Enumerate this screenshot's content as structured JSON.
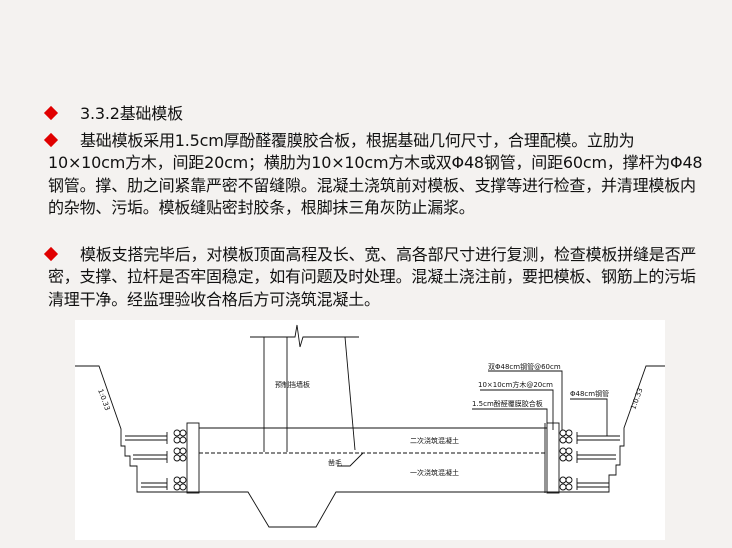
{
  "section_heading": "3.3.2基础模板",
  "paragraphs": [
    "基础模板采用1.5cm厚酚醛覆膜胶合板，根据基础几何尺寸，合理配模。立肋为10×10cm方木，间距20cm；横肋为10×10cm方木或双Φ48钢管，间距60cm，撑杆为Φ48钢管。撑、肋之间紧靠严密不留缝隙。混凝土浇筑前对模板、支撑等进行检查，并清理模板内的杂物、污垢。模板缝贴密封胶条，根脚抹三角灰防止漏浆。",
    "模板支搭完毕后，对模板顶面高程及长、宽、高各部尺寸进行复测，检查模板拼缝是否严密，支撑、拉杆是否牢固稳定，如有问题及时处理。混凝土浇注前，要把模板、钢筋上的污垢清理干净。经监理验收合格后方可浇筑混凝土。"
  ],
  "bullet_color": "#e00000",
  "diagram": {
    "labels": {
      "precast_wall": "预制挡墙板",
      "roughening": "凿毛",
      "second_pour": "二次浇筑混凝土",
      "first_pour": "一次浇筑混凝土",
      "double_pipe": "双Φ48cm钢管@60cm",
      "timber": "10×10cm方木@20cm",
      "plywood": "1.5cm酚醛覆膜胶合板",
      "pipe": "Φ48cm钢管",
      "slope_left": "1:0.33",
      "slope_right": "1:0.33"
    }
  }
}
